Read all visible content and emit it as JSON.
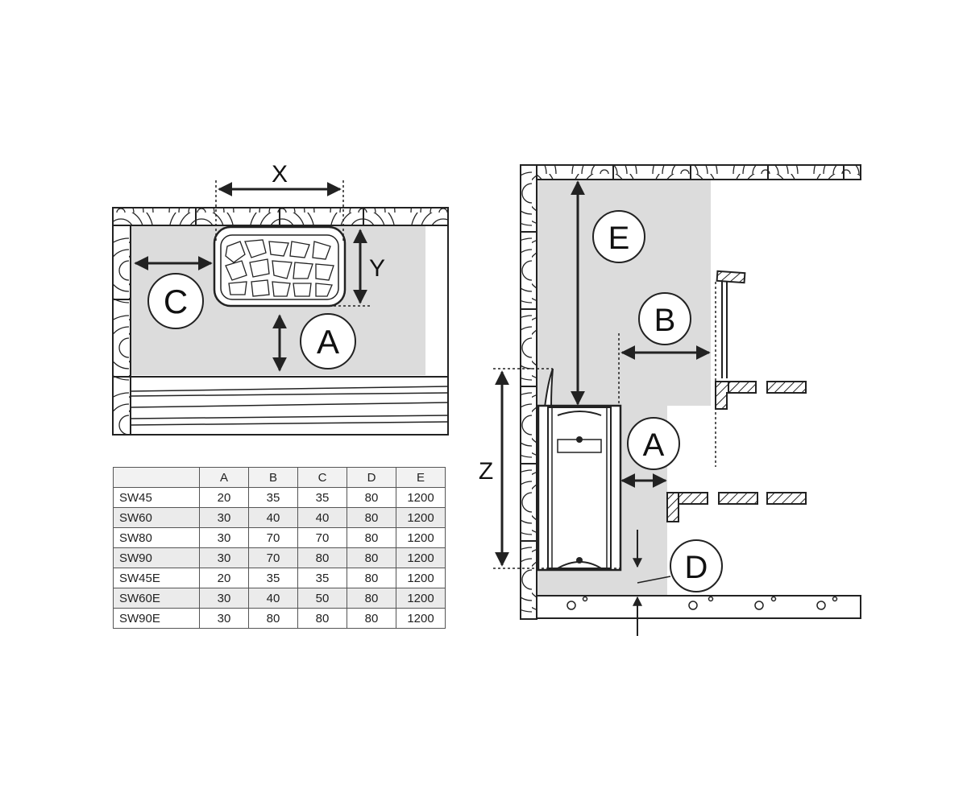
{
  "top_view": {
    "dimension_x": "X",
    "dimension_y": "Y",
    "clearance_c": "C",
    "clearance_a": "A"
  },
  "side_view": {
    "clearance_e": "E",
    "clearance_b": "B",
    "clearance_a": "A",
    "clearance_d": "D",
    "dimension_z": "Z"
  },
  "colors": {
    "safety_zone": "#dcdcdc",
    "line": "#222222",
    "table_alt_row": "#ebebeb"
  },
  "table": {
    "headers": [
      "",
      "A",
      "B",
      "C",
      "D",
      "E"
    ],
    "rows": [
      [
        "SW45",
        "20",
        "35",
        "35",
        "80",
        "1200"
      ],
      [
        "SW60",
        "30",
        "40",
        "40",
        "80",
        "1200"
      ],
      [
        "SW80",
        "30",
        "70",
        "70",
        "80",
        "1200"
      ],
      [
        "SW90",
        "30",
        "70",
        "80",
        "80",
        "1200"
      ],
      [
        "SW45E",
        "20",
        "35",
        "35",
        "80",
        "1200"
      ],
      [
        "SW60E",
        "30",
        "40",
        "50",
        "80",
        "1200"
      ],
      [
        "SW90E",
        "30",
        "80",
        "80",
        "80",
        "1200"
      ]
    ]
  }
}
